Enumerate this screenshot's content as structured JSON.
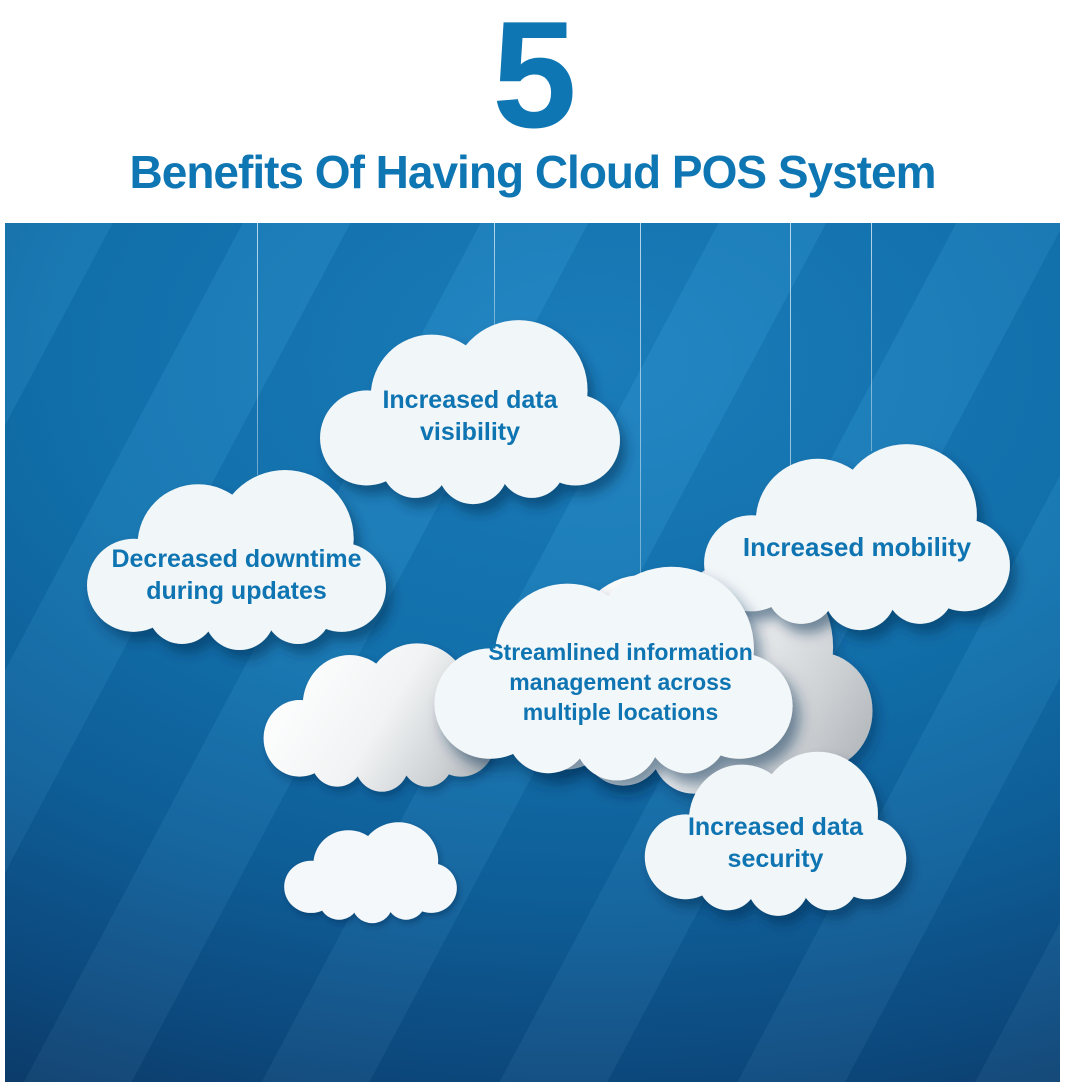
{
  "header": {
    "number": "5",
    "title": "Benefits Of Having Cloud POS System"
  },
  "benefits": [
    {
      "label": "Increased data\nvisibility"
    },
    {
      "label": "Decreased downtime\nduring updates"
    },
    {
      "label": "Increased mobility"
    },
    {
      "label": "Streamlined information\nmanagement across\nmultiple locations"
    },
    {
      "label": "Increased data\nsecurity"
    }
  ],
  "decorations": {
    "string_count": "5",
    "empty_cloud_count": "2"
  },
  "colors": {
    "accent_blue": "#0f76b4",
    "label_blue": "#0f74b2",
    "sky_center": "#1b82c1",
    "sky_edge": "#0c3e6d",
    "cloud_white": "#f1f6f8",
    "cloud_shadow": "#052a4e",
    "string": "#d9e9f5"
  }
}
